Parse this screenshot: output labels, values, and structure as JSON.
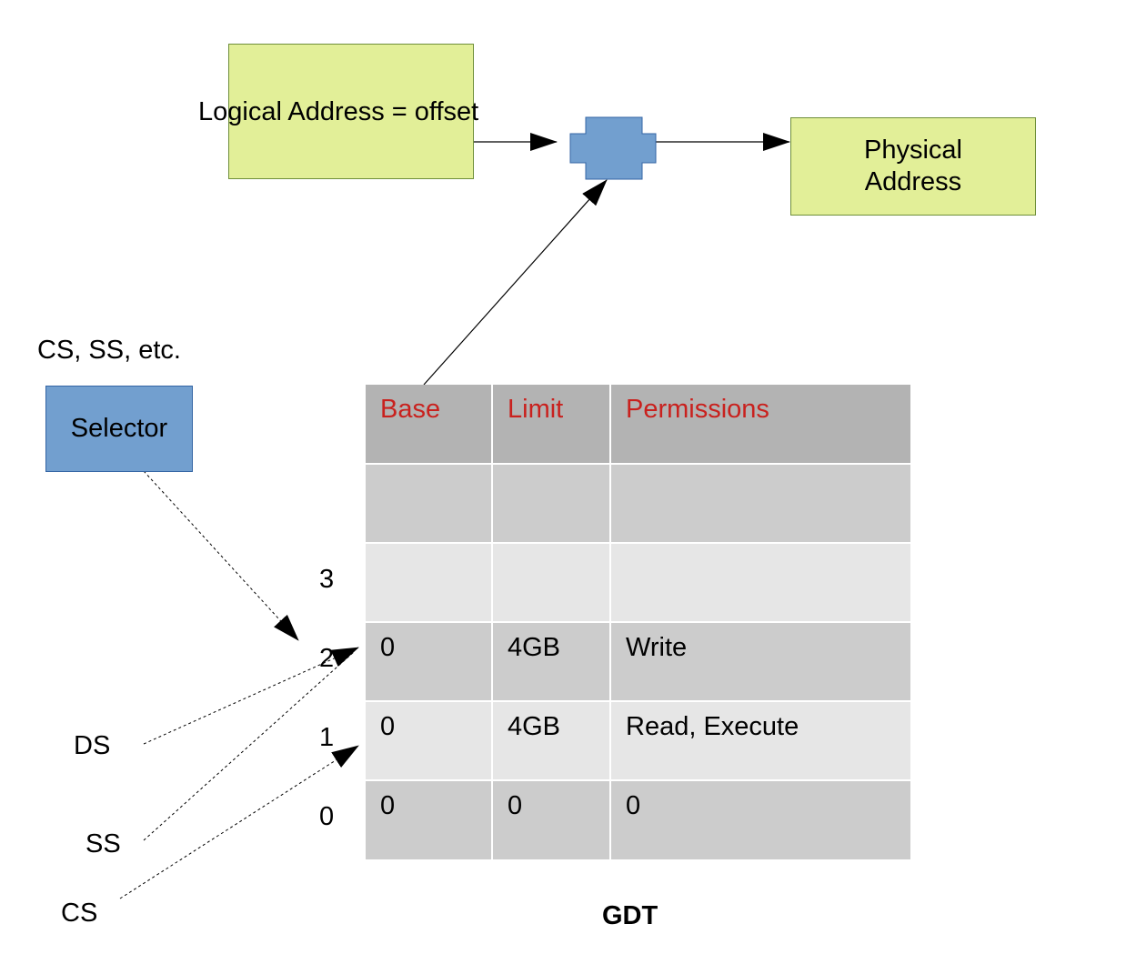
{
  "boxes": {
    "logical": "Logical Address = offset",
    "physical_line1": "Physical",
    "physical_line2": "Address",
    "selector": "Selector"
  },
  "labels": {
    "segments_caption": "CS, SS, etc.",
    "ds": "DS",
    "ss": "SS",
    "cs": "CS",
    "gdt_title": "GDT"
  },
  "gdt": {
    "headers": [
      "Base",
      "Limit",
      "Permissions"
    ],
    "rows": [
      [
        "",
        "",
        ""
      ],
      [
        "",
        "",
        ""
      ],
      [
        "0",
        "4GB",
        "Write"
      ],
      [
        "0",
        "4GB",
        "Read, Execute"
      ],
      [
        "0",
        "0",
        "0"
      ]
    ],
    "indices": [
      "3",
      "2",
      "1",
      "0"
    ]
  },
  "colors": {
    "green_box": "#e2ef98",
    "blue_shape": "#729fcf",
    "header_text": "#c9211e",
    "header_bg": "#b3b3b3",
    "row_dark": "#cccccc",
    "row_light": "#e6e6e6"
  }
}
